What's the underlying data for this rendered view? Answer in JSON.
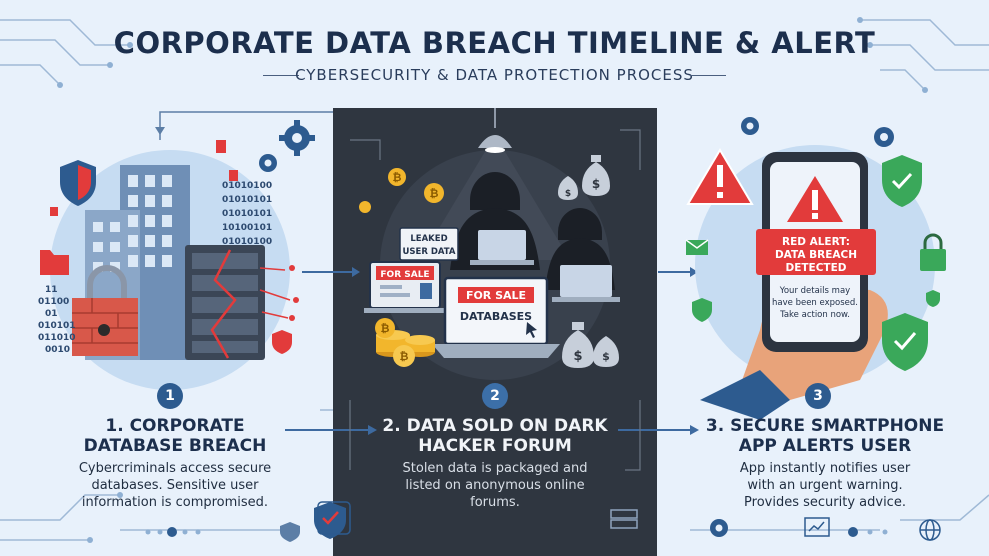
{
  "header": {
    "title": "CORPORATE DATA BREACH TIMELINE & ALERT",
    "subtitle": "CYBERSECURITY & DATA PROTECTION PROCESS"
  },
  "binary_text": {
    "tower": [
      "01010100",
      "01010101",
      "01010101",
      "10100101",
      "01010100"
    ],
    "left": [
      "11",
      "01100",
      "01",
      "010101",
      "011010",
      "0010"
    ]
  },
  "steps": [
    {
      "number": "1",
      "title_line1": "1. CORPORATE",
      "title_line2": "DATABASE BREACH",
      "desc_line1": "Cybercriminals access secure",
      "desc_line2": "databases. Sensitive user",
      "desc_line3": "information is compromised."
    },
    {
      "number": "2",
      "title_line1": "2. DATA SOLD ON DARK",
      "title_line2": "HACKER FORUM",
      "desc_line1": "Stolen data is packaged and",
      "desc_line2": "listed on anonymous online",
      "desc_line3": "forums.",
      "leaked_line1": "LEAKED",
      "leaked_line2": "USER DATA",
      "for_sale": "FOR SALE",
      "for_sale_big": "FOR SALE",
      "databases": "DATABASES"
    },
    {
      "number": "3",
      "title_line1": "3. SECURE SMARTPHONE",
      "title_line2": "APP ALERTS USER",
      "desc_line1": "App instantly notifies user",
      "desc_line2": "with an urgent warning.",
      "desc_line3": "Provides security advice.",
      "alert_line1": "RED ALERT:",
      "alert_line2": "DATA BREACH",
      "alert_line3": "DETECTED",
      "msg_line1": "Your details may",
      "msg_line2": "have been exposed.",
      "msg_line3": "Take action now."
    }
  ],
  "colors": {
    "background": "#e8f1fb",
    "dark_panel": "#2f3640",
    "navy_text": "#1c2f4d",
    "accent_red": "#e23b3b",
    "accent_green": "#3aa85a",
    "accent_blue": "#2d5b8f",
    "coin_gold": "#f2b62c"
  }
}
